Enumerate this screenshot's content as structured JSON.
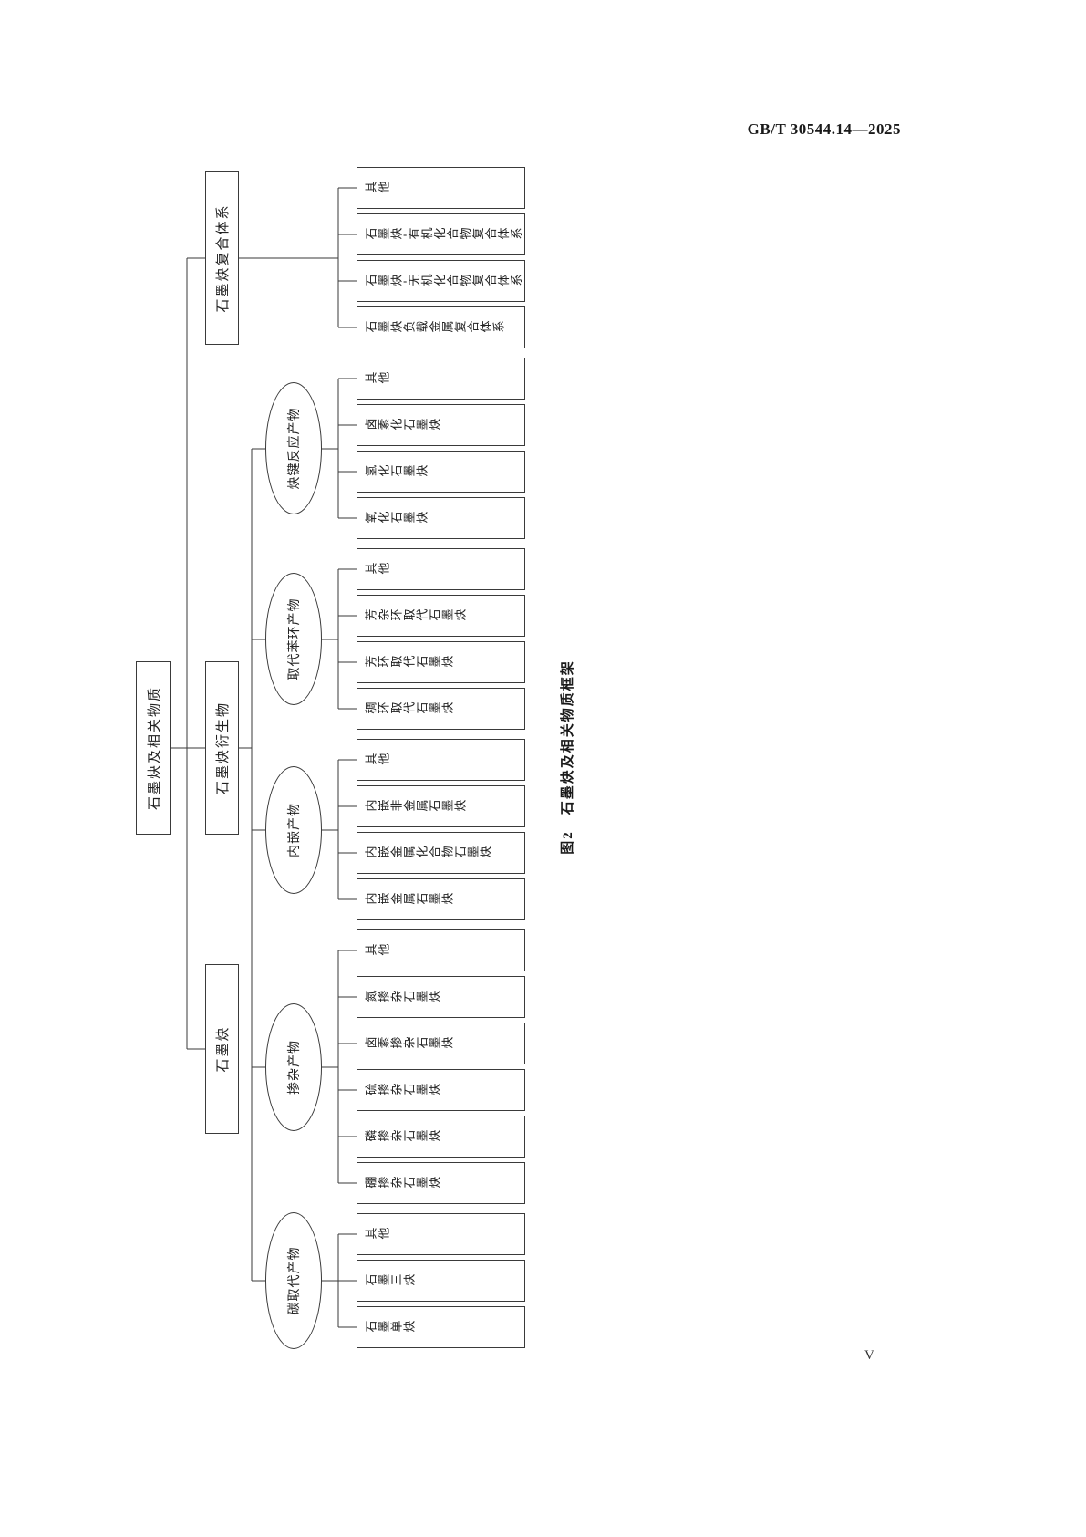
{
  "page": {
    "header": "GB/T 30544.14—2025",
    "page_number": "V",
    "figure_caption": "图2　石墨炔及相关物质框架"
  },
  "tree": {
    "root": "石墨炔及相关物质",
    "level2": {
      "graphyne": "石墨炔",
      "derivatives": "石墨炔衍生物",
      "composites": "石墨炔复合体系"
    },
    "ellipses": {
      "carbon_sub": "碳取代产物",
      "doped": "掺杂产物",
      "embedded": "内嵌产物",
      "benzene_sub": "取代苯环产物",
      "alkyne_rxn": "炔键反应产物"
    },
    "leaves": {
      "carbon_sub": [
        "石墨单炔",
        "石墨三炔",
        "其他"
      ],
      "doped": [
        "硼掺杂石墨炔",
        "磷掺杂石墨炔",
        "硫掺杂石墨炔",
        "卤素掺杂石墨炔",
        "氮掺杂石墨炔",
        "其他"
      ],
      "embedded": [
        "内嵌金属石墨炔",
        "内嵌金属化合物石墨炔",
        "内嵌非金属石墨炔",
        "其他"
      ],
      "benzene_sub": [
        "稠环取代石墨炔",
        "芳环取代石墨炔",
        "芳杂环取代石墨炔",
        "其他"
      ],
      "alkyne_rxn": [
        "氧化石墨炔",
        "氢化石墨炔",
        "卤素化石墨炔",
        "其他"
      ],
      "composites": [
        "石墨炔负载金属复合体系",
        "石墨炔-无机化合物复合体系",
        "石墨炔-有机化合物复合体系",
        "其他"
      ]
    }
  }
}
